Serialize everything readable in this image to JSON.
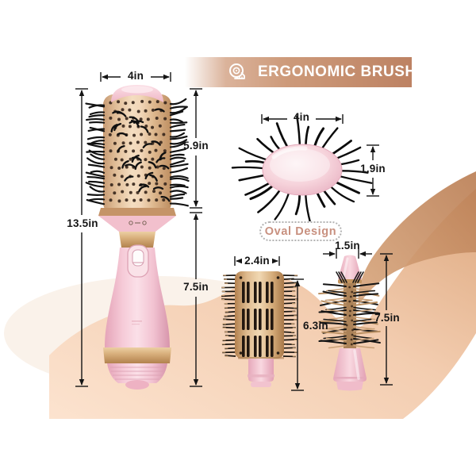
{
  "banner": {
    "label": "ERGONOMIC BRUSH",
    "icon": "tape-measure-icon"
  },
  "main_brush": {
    "width": "4in",
    "barrel_height": "5.9in",
    "total_height": "13.5in",
    "handle_height": "7.5in"
  },
  "oval_view": {
    "width": "4in",
    "thickness": "1.9in",
    "caption": "Oval Design"
  },
  "paddle_attachment": {
    "width": "2.4in",
    "height": "6.3in"
  },
  "round_attachment": {
    "tip_width": "1.5in",
    "height": "7.5in"
  },
  "colors": {
    "banner_tan": "#bd8263",
    "wave_tan": "#c9946f",
    "peach_bg": "#f8d9c2",
    "gold": "#d3a679",
    "pink": "#f6cbd7",
    "caption_rose": "#c8907f",
    "label_ink": "#161616"
  }
}
